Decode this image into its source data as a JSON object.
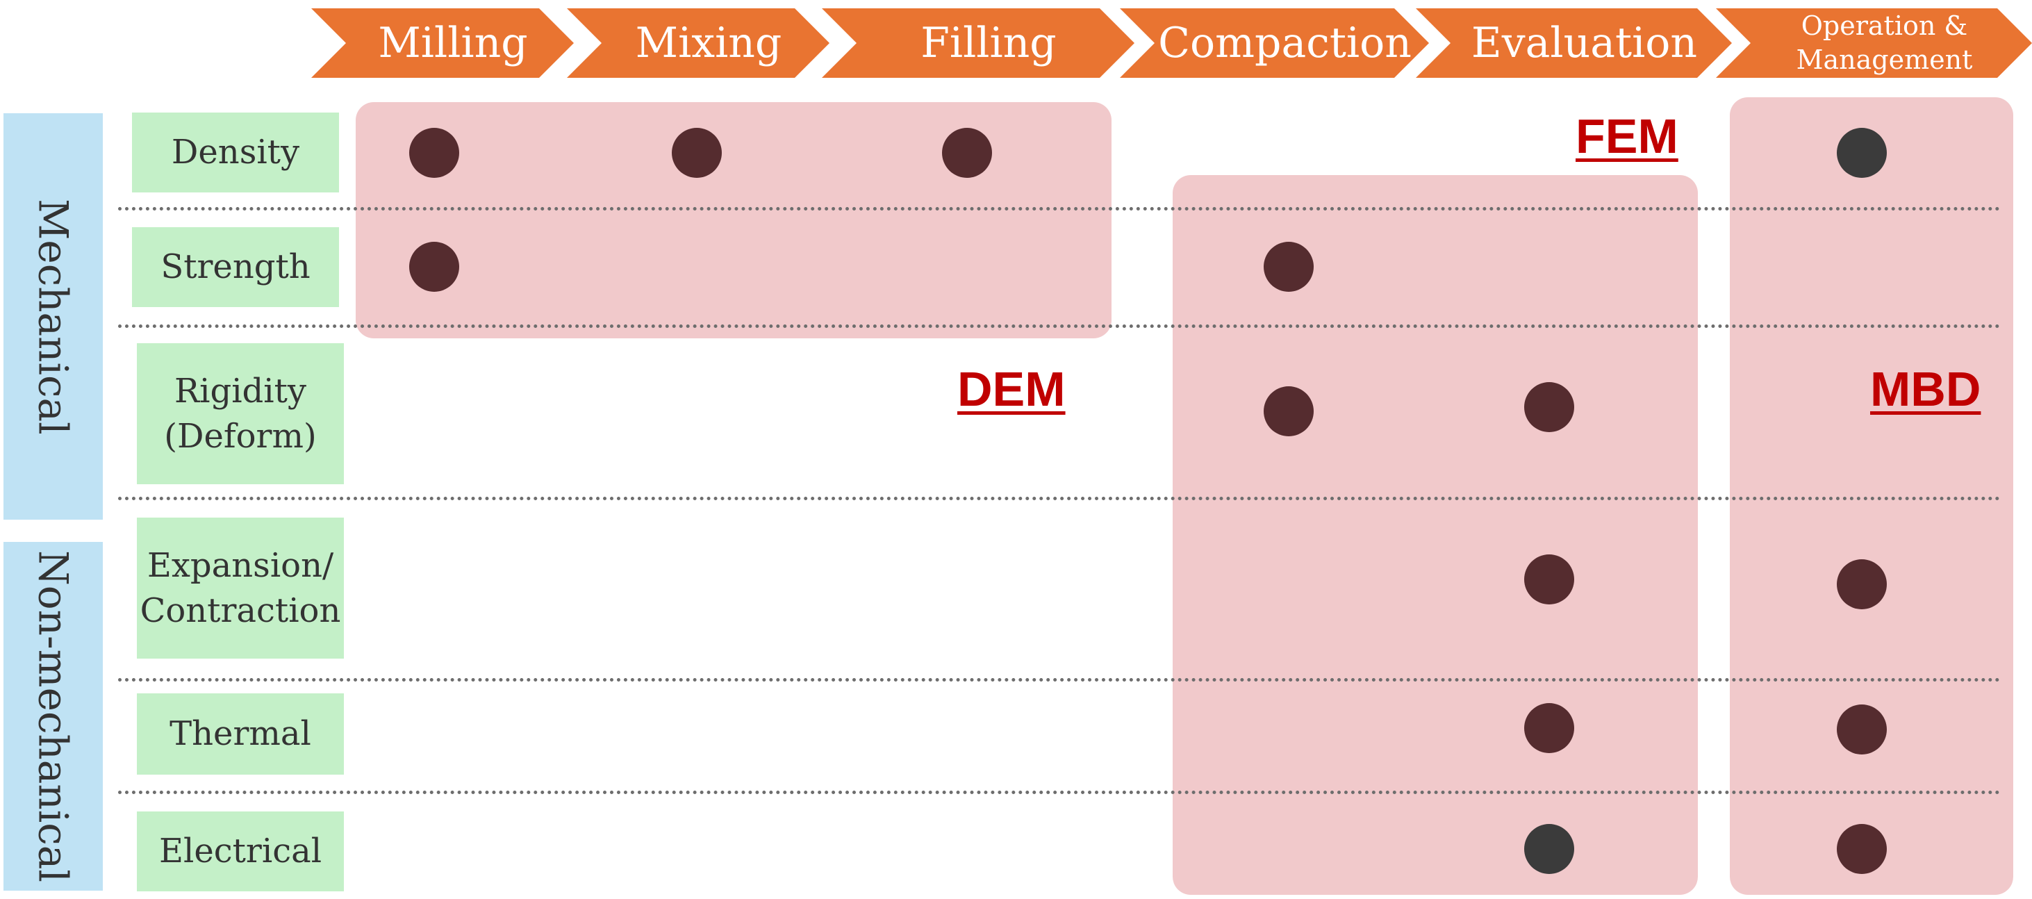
{
  "colors": {
    "stage_arrow": "#e97431",
    "zone_fill": "#f1c9cb",
    "group_fill": "#bfe2f4",
    "property_fill": "#c4f0c8",
    "dot": "#552c2f",
    "dot_dark": "#3b3b3b",
    "method_text": "#c00000",
    "separator": "#6d6d6d"
  },
  "stages": [
    {
      "id": "milling",
      "label": "Milling"
    },
    {
      "id": "mixing",
      "label": "Mixing"
    },
    {
      "id": "filling",
      "label": "Filling"
    },
    {
      "id": "compaction",
      "label": "Compaction"
    },
    {
      "id": "evaluation",
      "label": "Evaluation"
    },
    {
      "id": "operation",
      "label": "Operation &\nManagement"
    }
  ],
  "groups": [
    {
      "id": "mechanical",
      "label": "Mechanical"
    },
    {
      "id": "non-mechanical",
      "label": "Non-mechanical"
    }
  ],
  "properties": [
    {
      "id": "density",
      "label": "Density"
    },
    {
      "id": "strength",
      "label": "Strength"
    },
    {
      "id": "rigidity",
      "label": "Rigidity\n(Deform)"
    },
    {
      "id": "expansion",
      "label": "Expansion/\nContraction"
    },
    {
      "id": "thermal",
      "label": "Thermal"
    },
    {
      "id": "electrical",
      "label": "Electrical"
    }
  ],
  "methods": [
    {
      "id": "dem",
      "label": "DEM"
    },
    {
      "id": "fem",
      "label": "FEM"
    },
    {
      "id": "mbd",
      "label": "MBD"
    }
  ],
  "marks": [
    {
      "property": "density",
      "stage": "milling",
      "tone": "dot"
    },
    {
      "property": "density",
      "stage": "mixing",
      "tone": "dot"
    },
    {
      "property": "density",
      "stage": "filling",
      "tone": "dot"
    },
    {
      "property": "density",
      "stage": "operation",
      "tone": "dot_dark"
    },
    {
      "property": "strength",
      "stage": "milling",
      "tone": "dot"
    },
    {
      "property": "strength",
      "stage": "compaction",
      "tone": "dot"
    },
    {
      "property": "rigidity",
      "stage": "compaction",
      "tone": "dot"
    },
    {
      "property": "rigidity",
      "stage": "evaluation",
      "tone": "dot"
    },
    {
      "property": "expansion",
      "stage": "evaluation",
      "tone": "dot"
    },
    {
      "property": "expansion",
      "stage": "operation",
      "tone": "dot"
    },
    {
      "property": "thermal",
      "stage": "evaluation",
      "tone": "dot"
    },
    {
      "property": "thermal",
      "stage": "operation",
      "tone": "dot"
    },
    {
      "property": "electrical",
      "stage": "evaluation",
      "tone": "dot_dark"
    },
    {
      "property": "electrical",
      "stage": "operation",
      "tone": "dot"
    }
  ]
}
